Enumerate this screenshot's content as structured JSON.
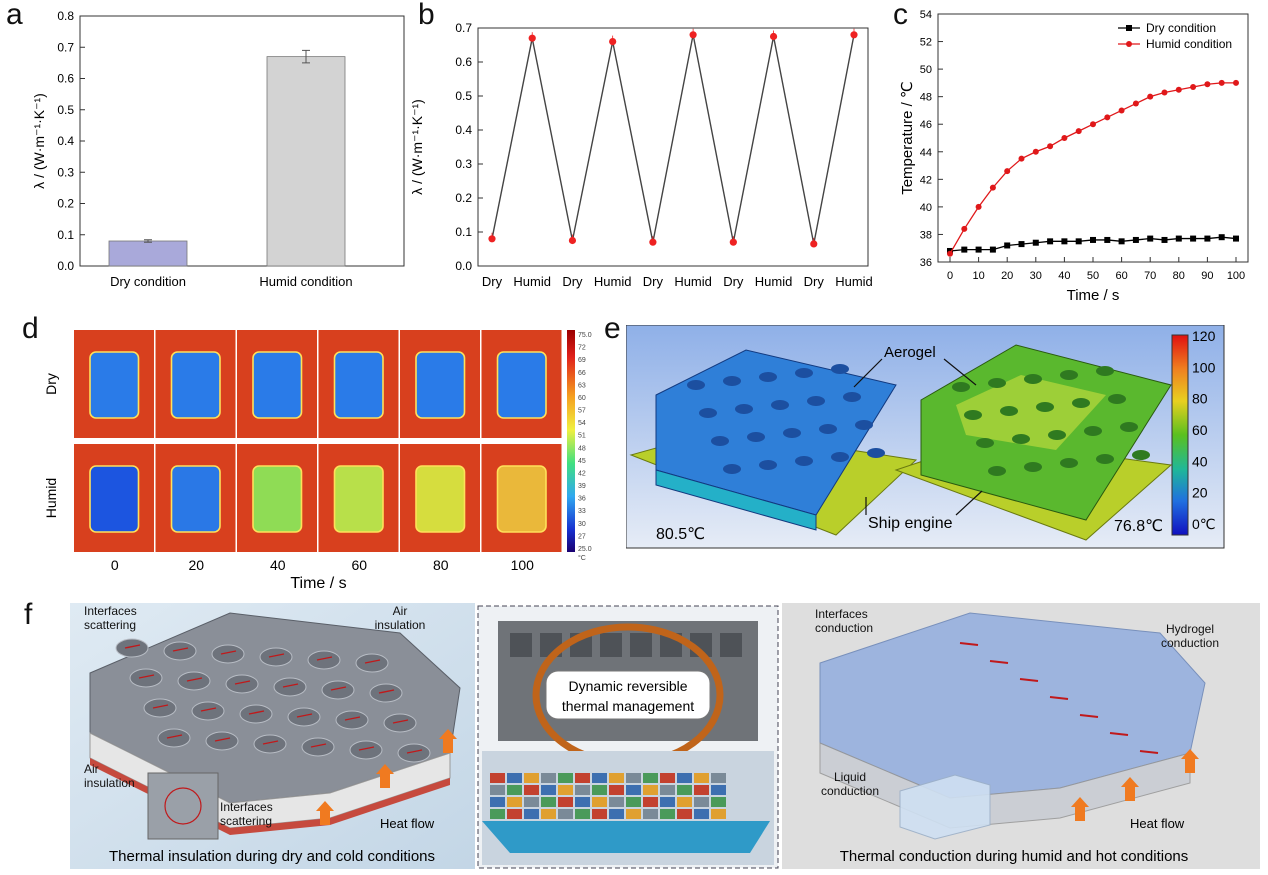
{
  "panel_labels": {
    "a": "a",
    "b": "b",
    "c": "c",
    "d": "d",
    "e": "e",
    "f": "f"
  },
  "chart_data": [
    {
      "id": "a",
      "type": "bar",
      "categories": [
        "Dry condition",
        "Humid condition"
      ],
      "values": [
        0.08,
        0.67
      ],
      "errors": [
        0.004,
        0.02
      ],
      "colors": [
        "#a9a9da",
        "#d3d3d3"
      ],
      "ylabel": "λ / (W·m⁻¹·K⁻¹)",
      "ylim": [
        0.0,
        0.8
      ],
      "yticks": [
        "0.0",
        "0.1",
        "0.2",
        "0.3",
        "0.4",
        "0.5",
        "0.6",
        "0.7",
        "0.8"
      ]
    },
    {
      "id": "b",
      "type": "line",
      "categories": [
        "Dry",
        "Humid",
        "Dry",
        "Humid",
        "Dry",
        "Humid",
        "Dry",
        "Humid",
        "Dry",
        "Humid"
      ],
      "values": [
        0.08,
        0.67,
        0.075,
        0.66,
        0.07,
        0.68,
        0.07,
        0.675,
        0.065,
        0.68
      ],
      "ylabel": "λ / (W·m⁻¹·K⁻¹)",
      "ylim": [
        0.0,
        0.7
      ],
      "yticks": [
        "0.0",
        "0.1",
        "0.2",
        "0.3",
        "0.4",
        "0.5",
        "0.6",
        "0.7"
      ]
    },
    {
      "id": "c",
      "type": "line",
      "x": [
        0,
        5,
        10,
        15,
        20,
        25,
        30,
        35,
        40,
        45,
        50,
        55,
        60,
        65,
        70,
        75,
        80,
        85,
        90,
        95,
        100
      ],
      "series": [
        {
          "name": "Dry condition",
          "color": "#000000",
          "marker": "square",
          "values": [
            36.8,
            36.9,
            36.9,
            36.9,
            37.2,
            37.3,
            37.4,
            37.5,
            37.5,
            37.5,
            37.6,
            37.6,
            37.5,
            37.6,
            37.7,
            37.6,
            37.7,
            37.7,
            37.7,
            37.8,
            37.7
          ]
        },
        {
          "name": "Humid condition",
          "color": "#e0181a",
          "marker": "circle",
          "values": [
            36.6,
            38.4,
            40.0,
            41.4,
            42.6,
            43.5,
            44.0,
            44.4,
            45.0,
            45.5,
            46.0,
            46.5,
            47.0,
            47.5,
            48.0,
            48.3,
            48.5,
            48.7,
            48.9,
            49.0,
            49.0
          ]
        }
      ],
      "xlabel": "Time / s",
      "ylabel": "Temperature / ℃",
      "xlim": [
        0,
        100
      ],
      "ylim": [
        36,
        54
      ],
      "xticks": [
        "0",
        "10",
        "20",
        "30",
        "40",
        "50",
        "60",
        "70",
        "80",
        "90",
        "100"
      ],
      "yticks": [
        "36",
        "38",
        "40",
        "42",
        "44",
        "46",
        "48",
        "50",
        "52",
        "54"
      ]
    }
  ],
  "panel_d": {
    "row_labels": [
      "Dry",
      "Humid"
    ],
    "times": [
      "0",
      "20",
      "40",
      "60",
      "80",
      "100"
    ],
    "xlabel": "Time / s",
    "colorbar_ticks": [
      "75.0",
      "72",
      "69",
      "66",
      "63",
      "60",
      "57",
      "54",
      "51",
      "48",
      "45",
      "42",
      "39",
      "36",
      "33",
      "30",
      "27",
      "25.0"
    ],
    "colorbar_unit": "°C",
    "humid_fill_colors": [
      "#1c55e0",
      "#2a78e6",
      "#8fdc55",
      "#b8e04a",
      "#d6dd3e",
      "#eab83a"
    ],
    "dry_fill_color": "#2a7be8",
    "background_color": "#d8401e"
  },
  "panel_e": {
    "label_aerogel": "Aerogel",
    "label_engine": "Ship engine",
    "temp_left": "80.5℃",
    "temp_right": "76.8℃",
    "colorbar_ticks": [
      "120",
      "100",
      "80",
      "60",
      "40",
      "20",
      "0℃"
    ]
  },
  "panel_f": {
    "left": {
      "interfaces_scattering": "Interfaces\nscattering",
      "air_insulation": "Air\ninsulation",
      "air_insulation_2": "Air\ninsulation",
      "interfaces_scattering_2": "Interfaces\nscattering",
      "heat_flow": "Heat flow",
      "caption": "Thermal insulation during dry and cold conditions"
    },
    "middle": {
      "title_line1": "Dynamic reversible",
      "title_line2": "thermal management"
    },
    "right": {
      "interfaces_conduction": "Interfaces\nconduction",
      "hydrogel_conduction": "Hydrogel\nconduction",
      "liquid_conduction": "Liquid\nconduction",
      "heat_flow": "Heat flow",
      "caption": "Thermal conduction during humid and hot conditions"
    }
  }
}
